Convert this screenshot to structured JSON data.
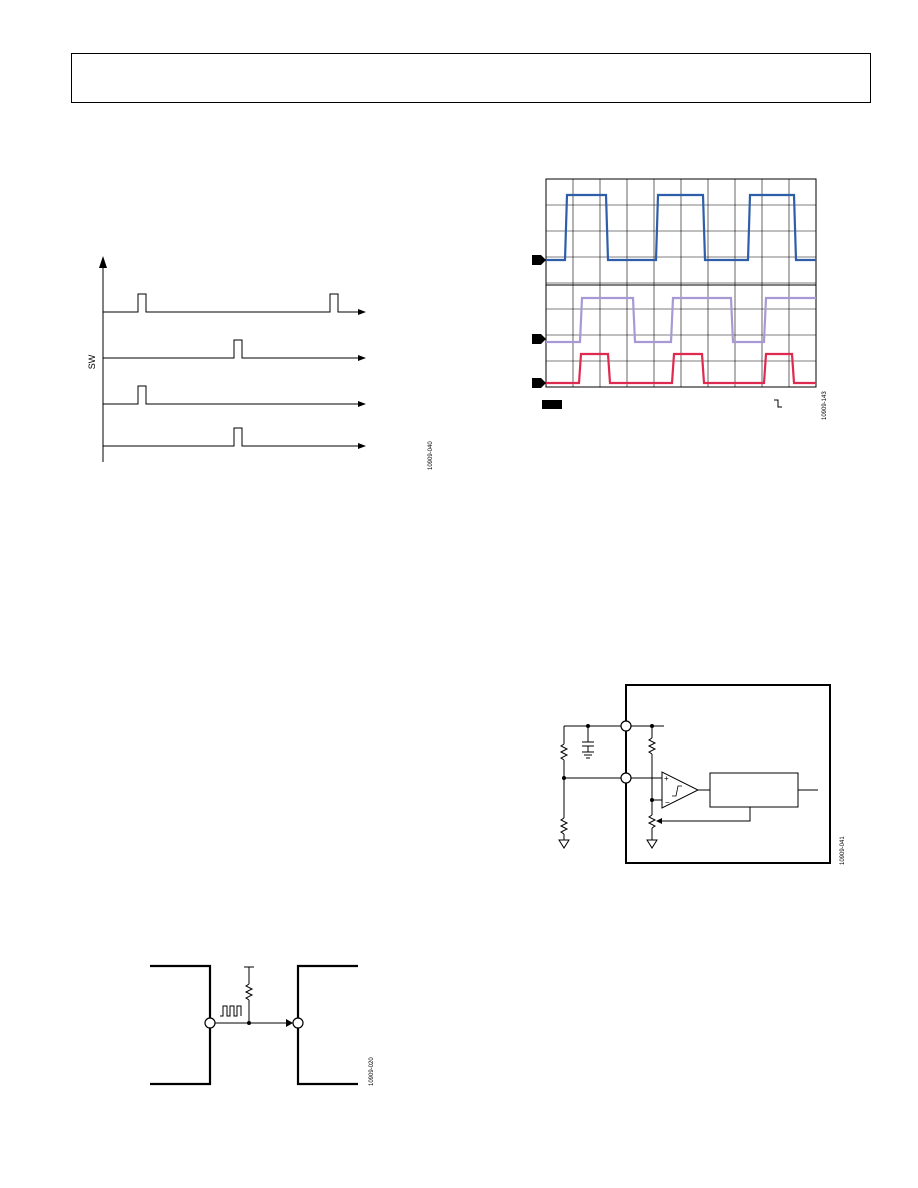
{
  "header": {
    "text": ""
  },
  "figures": {
    "timing": {
      "axis_label": "SW",
      "id": "10909-040"
    },
    "scope": {
      "id": "10909-143",
      "colors": {
        "ch1": "#2f5ea8",
        "ch2": "#a899d4",
        "ch3": "#e0294f"
      }
    },
    "comparator": {
      "id": "10909-041"
    },
    "bus": {
      "id": "10909-020"
    }
  }
}
